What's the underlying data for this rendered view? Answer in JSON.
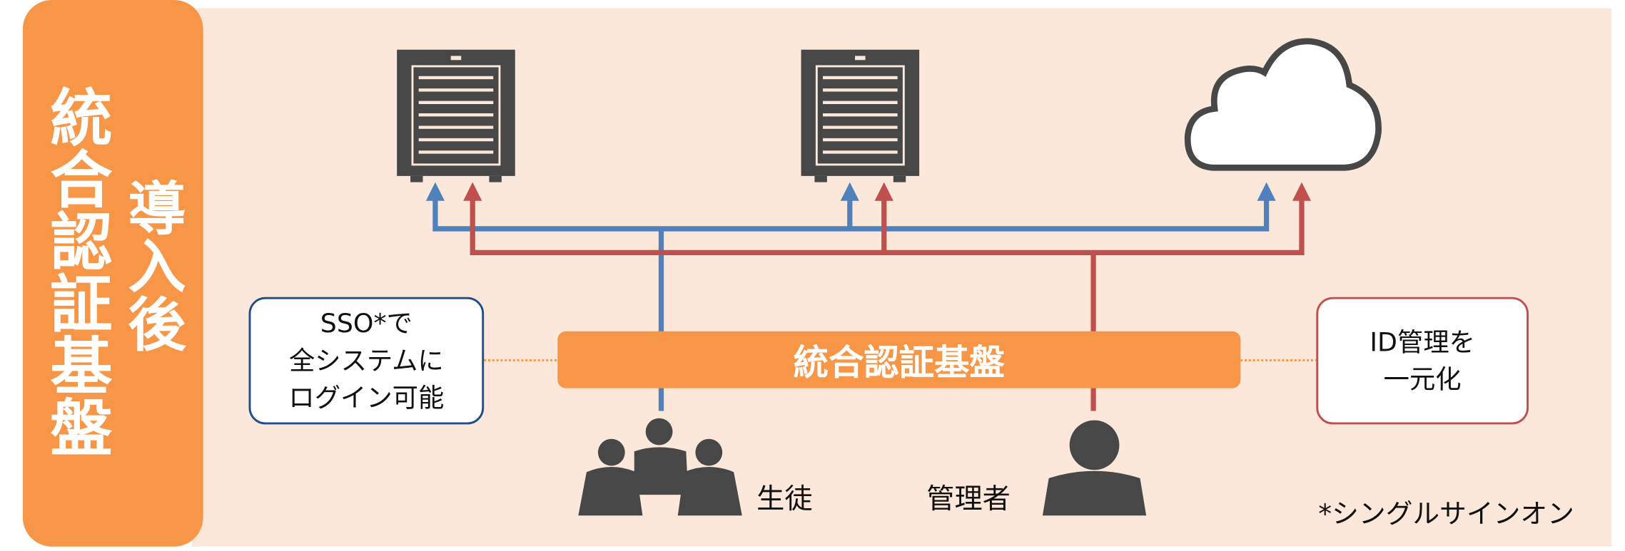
{
  "side_panel": {
    "title": "統合認証基盤",
    "subtitle": "導入後"
  },
  "platform": {
    "label": "統合認証基盤"
  },
  "callouts": {
    "left": {
      "lines": [
        "SSO*で",
        "全システムに",
        "ログイン可能"
      ]
    },
    "right": {
      "lines": [
        "ID管理を",
        "一元化"
      ]
    }
  },
  "users": {
    "students": "生徒",
    "admin": "管理者"
  },
  "footnote": "*シングルサインオン",
  "systems": [
    "server-icon",
    "server-icon",
    "cloud-icon"
  ],
  "colors": {
    "orange": "#F79646",
    "bg": "#FCE8DA",
    "blue": "#4F81BD",
    "red": "#C0504D",
    "dark": "#474747"
  }
}
